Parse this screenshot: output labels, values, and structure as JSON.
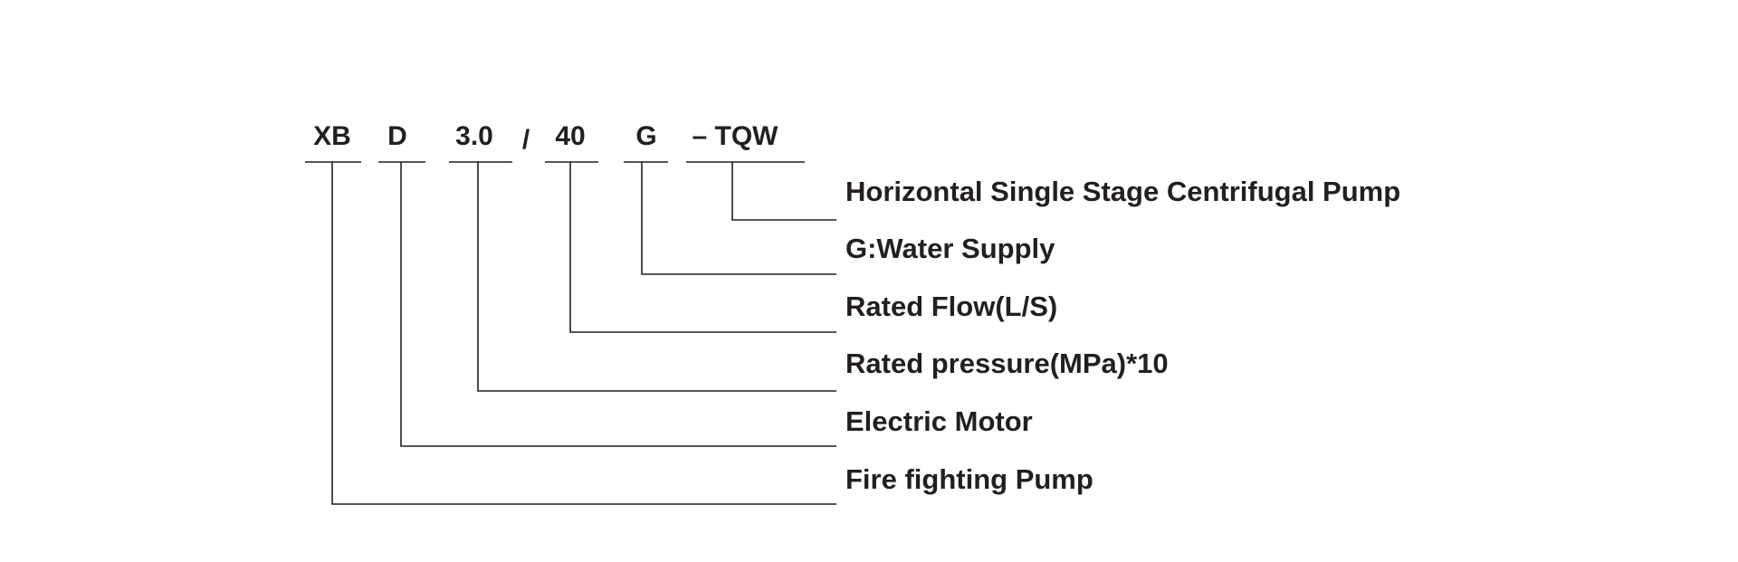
{
  "code": {
    "part_xb": "XB",
    "part_d": "D",
    "part_pressure": "3.0",
    "separator": "/",
    "part_flow": "40",
    "part_g": "G",
    "part_type": "– TQW"
  },
  "labels": {
    "pump_type": "Horizontal Single Stage Centrifugal Pump",
    "water_supply": "G:Water Supply",
    "rated_flow": "Rated Flow(L/S)",
    "rated_pressure": "Rated pressure(MPa)*10",
    "electric_motor": "Electric Motor",
    "fire_pump": "Fire fighting Pump"
  },
  "colors": {
    "ink": "#231f20",
    "background": "#ffffff"
  }
}
